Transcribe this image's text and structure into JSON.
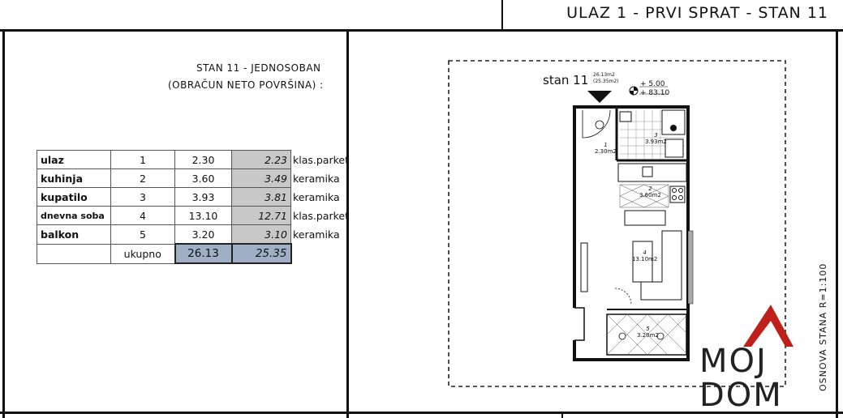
{
  "header": {
    "title": "ULAZ 1  -  PRVI SPRAT  -  STAN 11"
  },
  "summary": {
    "title": "STAN 11 - JEDNOSOBAN",
    "subtitle": "(OBRAČUN NETO POVRŠINA) :"
  },
  "rooms": [
    {
      "name": "ulaz",
      "no": "1",
      "gross": "2.30",
      "net": "2.23",
      "material": "klas.parket"
    },
    {
      "name": "kuhinja",
      "no": "2",
      "gross": "3.60",
      "net": "3.49",
      "material": "keramika"
    },
    {
      "name": "kupatilo",
      "no": "3",
      "gross": "3.93",
      "net": "3.81",
      "material": "keramika"
    },
    {
      "name": "dnevna soba",
      "no": "4",
      "gross": "13.10",
      "net": "12.71",
      "material": "klas.parket"
    },
    {
      "name": "balkon",
      "no": "5",
      "gross": "3.20",
      "net": "3.10",
      "material": "keramika"
    }
  ],
  "total": {
    "label": "ukupno",
    "gross": "26.13",
    "net": "25.35"
  },
  "plan": {
    "label": "stan 11",
    "area_gross": "26.13m2",
    "area_net": "(25.35m2)",
    "level1": "+ 5.00",
    "level2": "+ 83.10",
    "room_labels": [
      {
        "no": "1",
        "area": "2.30m2"
      },
      {
        "no": "2",
        "area": "3.60m2"
      },
      {
        "no": "3",
        "area": "3.93m2"
      },
      {
        "no": "4",
        "area": "13.10m2"
      },
      {
        "no": "5",
        "area": "3.20m2"
      }
    ],
    "scale_text": "OSNOVA STANA  R=1:100"
  },
  "logo": {
    "line1": "MOJ",
    "line2": "DOM",
    "accent_color": "#c0201a"
  }
}
